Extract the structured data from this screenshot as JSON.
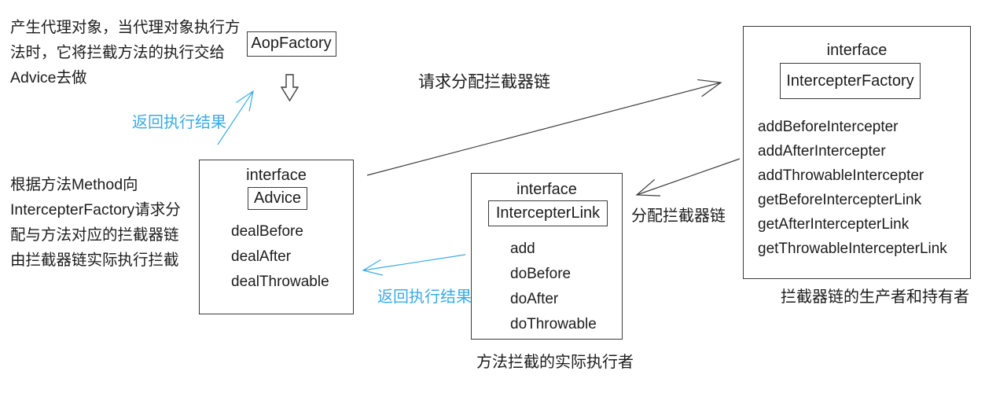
{
  "notes": {
    "proxy_note": "产生代理对象，当代理对象执行方\n法时，它将拦截方法的执行交给\nAdvice去做",
    "method_note": "根据方法Method向\nIntercepterFactory请求分\n配与方法对应的拦截器链\n由拦截器链实际执行拦截"
  },
  "aop_factory": {
    "label": "AopFactory"
  },
  "advice": {
    "stereotype": "interface",
    "name": "Advice",
    "methods": [
      "dealBefore",
      "dealAfter",
      "dealThrowable"
    ]
  },
  "intercepter_link": {
    "stereotype": "interface",
    "name": "IntercepterLink",
    "methods": [
      "add",
      "doBefore",
      "doAfter",
      "doThrowable"
    ],
    "caption": "方法拦截的实际执行者"
  },
  "intercepter_factory": {
    "stereotype": "interface",
    "name": "IntercepterFactory",
    "methods": [
      "addBeforeIntercepter",
      "addAfterIntercepter",
      "addThrowableIntercepter",
      "getBeforeIntercepterLink",
      "getAfterIntercepterLink",
      "getThrowableIntercepterLink"
    ],
    "caption": "拦截器链的生产者和持有者"
  },
  "labels": {
    "request_chain": "请求分配拦截器链",
    "assign_chain": "分配拦截器链",
    "return_result_top": "返回执行结果",
    "return_result_mid": "返回执行结果"
  },
  "icons": {
    "flow_down_arrow": "hollow-down-arrow"
  },
  "colors": {
    "line": "#3d3d3d",
    "accent_blue": "#3aabe8"
  }
}
